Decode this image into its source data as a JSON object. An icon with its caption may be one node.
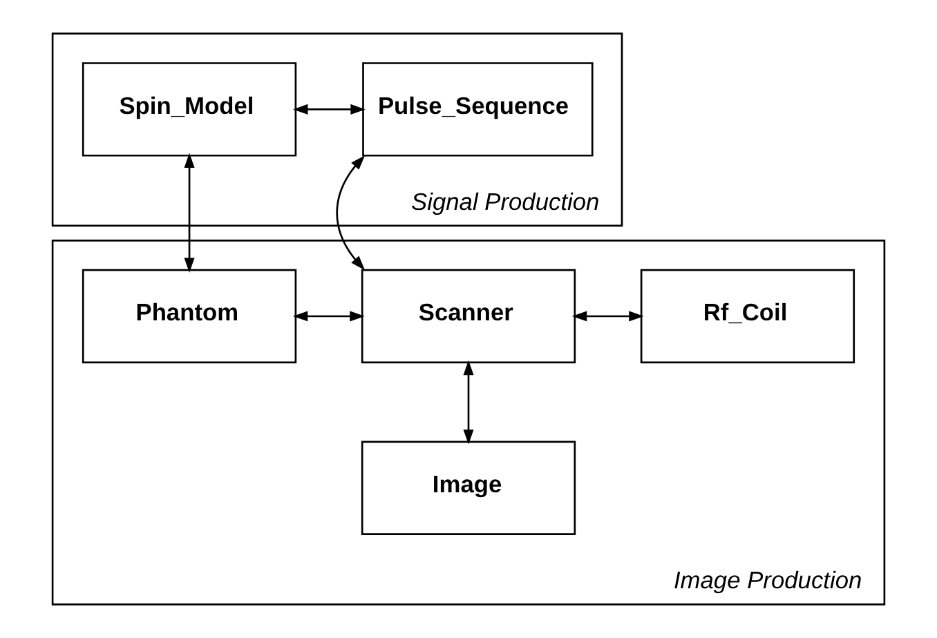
{
  "diagram": {
    "nodes": [
      {
        "text": [
          "Signal Production"
        ]
      },
      {
        "text": [
          "Spin_Model"
        ],
        "in": 0
      },
      {
        "text": [
          "Pulse_Sequence"
        ],
        "in": 0
      },
      {
        "text": [
          "Image Production"
        ]
      },
      {
        "text": [
          "Phantom"
        ],
        "in": 3
      },
      {
        "text": [
          "Scanner"
        ],
        "in": 3
      },
      {
        "text": [
          "Rf_Coil"
        ],
        "in": 3
      },
      {
        "text": [
          "Image"
        ],
        "in": 3
      }
    ],
    "edges": [
      {
        "from": 1,
        "to": 2,
        "arrow": "both"
      },
      {
        "from": 1,
        "to": 4,
        "arrow": "both"
      },
      {
        "from": 2,
        "to": 5,
        "arrow": "both"
      },
      {
        "from": 4,
        "to": 5,
        "arrow": "both"
      },
      {
        "from": 5,
        "to": 6,
        "arrow": "both"
      },
      {
        "from": 5,
        "to": 7,
        "arrow": "both"
      }
    ]
  }
}
